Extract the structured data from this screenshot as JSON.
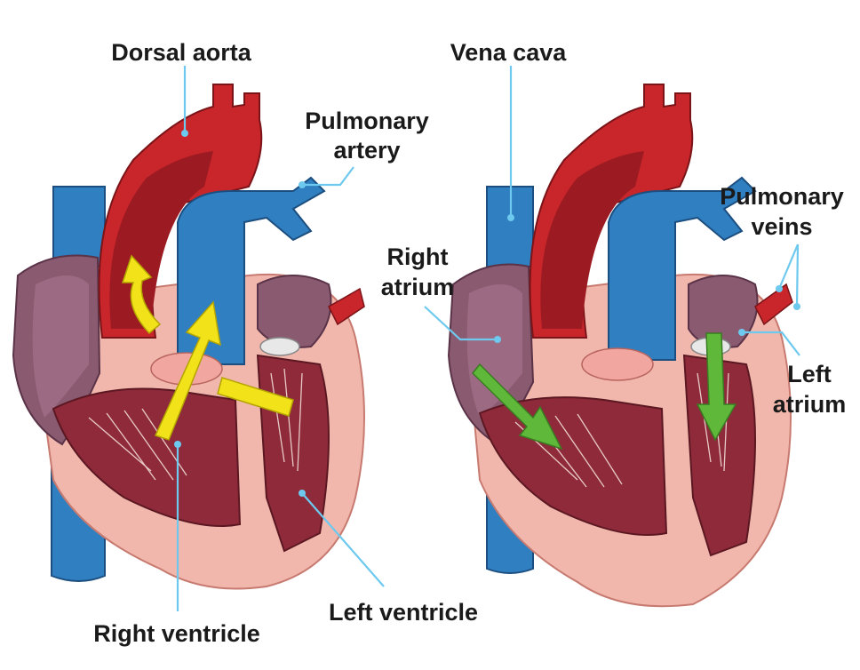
{
  "labels": {
    "dorsal_aorta": "Dorsal aorta",
    "pulmonary_artery_1": "Pulmonary",
    "pulmonary_artery_2": "artery",
    "right_ventricle": "Right ventricle",
    "left_ventricle": "Left ventricle",
    "vena_cava": "Vena cava",
    "pulmonary_veins_1": "Pulmonary",
    "pulmonary_veins_2": "veins",
    "right_atrium_1": "Right",
    "right_atrium_2": "atrium",
    "left_atrium_1": "Left",
    "left_atrium_2": "atrium"
  },
  "colors": {
    "aorta_red": "#c8262b",
    "vessel_blue": "#2f7fc1",
    "muscle_pink": "#f2b7ac",
    "chamber_dark": "#8e2a3a",
    "atrium_purple": "#8a5a70",
    "leader_line": "#6ec9ee",
    "arrow_yellow": "#f2e21a",
    "arrow_green": "#5fb83a"
  }
}
